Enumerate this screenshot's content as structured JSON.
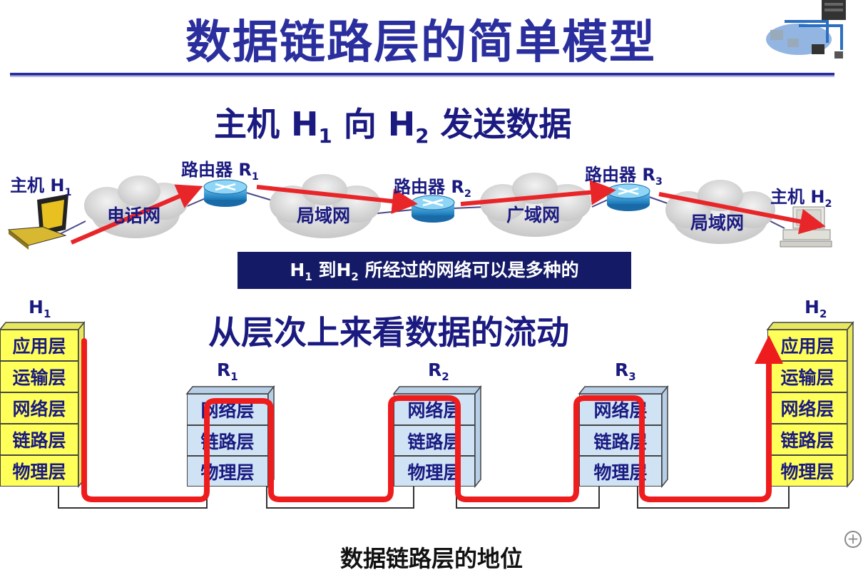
{
  "title": "数据链路层的简单模型",
  "subtitle": {
    "pre": "主机 H",
    "s1": "1",
    "mid": " 向 H",
    "s2": "2",
    "post": " 发送数据"
  },
  "topology": {
    "host1": {
      "pre": "主机 H",
      "sub": "1"
    },
    "host2": {
      "pre": "主机 H",
      "sub": "2"
    },
    "router1": {
      "pre": "路由器 R",
      "sub": "1"
    },
    "router2": {
      "pre": "路由器 R",
      "sub": "2"
    },
    "router3": {
      "pre": "路由器 R",
      "sub": "3"
    },
    "networks": [
      "电话网",
      "局域网",
      "广域网",
      "局域网"
    ]
  },
  "banner": {
    "p1": "H",
    "s1": "1",
    "p2": " 到H",
    "s2": "2",
    "p3": " 所经过的网络可以是多种的"
  },
  "section2": "从层次上来看数据的流动",
  "stacks": {
    "h1": {
      "label": "H",
      "sub": "1",
      "layers": [
        "应用层",
        "运输层",
        "网络层",
        "链路层",
        "物理层"
      ]
    },
    "r1": {
      "label": "R",
      "sub": "1",
      "layers": [
        "网络层",
        "链路层",
        "物理层"
      ]
    },
    "r2": {
      "label": "R",
      "sub": "2",
      "layers": [
        "网络层",
        "链路层",
        "物理层"
      ]
    },
    "r3": {
      "label": "R",
      "sub": "3",
      "layers": [
        "网络层",
        "链路层",
        "物理层"
      ]
    },
    "h2": {
      "label": "H",
      "sub": "2",
      "layers": [
        "应用层",
        "运输层",
        "网络层",
        "链路层",
        "物理层"
      ]
    }
  },
  "caption": "数据链路层的地位",
  "colors": {
    "title": "#2b2f9e",
    "arrow": "#e8262a",
    "host_layer": "#ffff5a",
    "router_layer": "#cfe3f5",
    "banner": "#141a66"
  }
}
